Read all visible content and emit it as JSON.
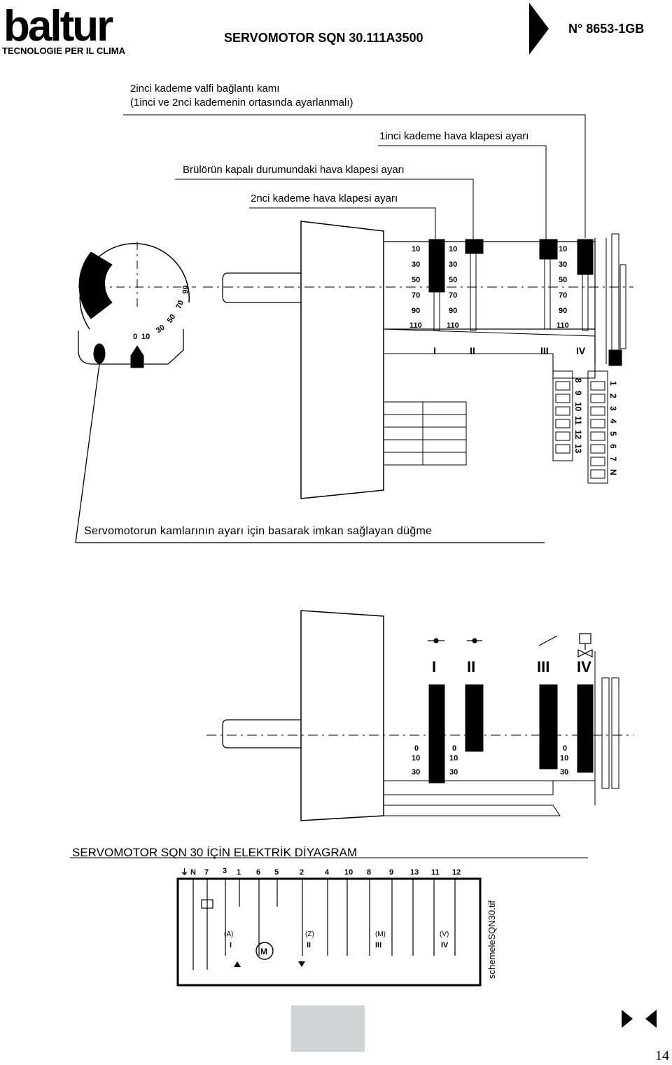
{
  "header": {
    "brand": "baltur",
    "tagline": "TECNOLOGIE PER IL CLIMA",
    "title": "SERVOMOTOR SQN 30.111A3500",
    "doc_number": "N° 8653-1GB"
  },
  "labels": {
    "cam_line1": "2inci kademe valfi bağlantı kamı",
    "cam_line2": "(1inci ve 2nci kademenin ortasında ayarlanmalı)",
    "air_stage1": "1inci kademe hava klapesi ayarı",
    "air_closed": "Brülörün kapalı durumundaki hava klapesi ayarı",
    "air_stage2": "2nci kademe hava klapesi ayarı",
    "button_note": "Servomotorun kamlarının ayarı için basarak imkan sağlayan düğme"
  },
  "dial_scale": [
    "0",
    "10",
    "30",
    "50",
    "70",
    "90"
  ],
  "cam_scale_top": [
    "10",
    "30",
    "50",
    "70",
    "90",
    "110"
  ],
  "cam_scale_bottom": [
    "0",
    "10",
    "30"
  ],
  "cam_numerals": [
    "I",
    "II",
    "III",
    "IV"
  ],
  "terminals_left": [
    "1",
    "2",
    "3",
    "4",
    "5",
    "6",
    "7",
    "N"
  ],
  "terminals_right": [
    "8",
    "9",
    "10",
    "11",
    "12",
    "13"
  ],
  "wiring": {
    "title": "SERVOMOTOR SQN 30 İÇİN ELEKTRİK DİYAGRAM",
    "terminals": [
      "⏚",
      "N",
      "7",
      "3",
      "1",
      "6",
      "5",
      "2",
      "4",
      "10",
      "8",
      "9",
      "13",
      "11",
      "12"
    ],
    "switch_tags": [
      "(A)",
      "(Z)",
      "(M)",
      "(V)"
    ],
    "switch_numerals": [
      "I",
      "II",
      "III",
      "IV"
    ],
    "motor_label": "M",
    "file_label": "schemeleSQN30.tif"
  },
  "nav": {
    "prev_icon": "triangle-right-icon",
    "next_icon": "triangle-left-icon"
  },
  "page_number": "14"
}
